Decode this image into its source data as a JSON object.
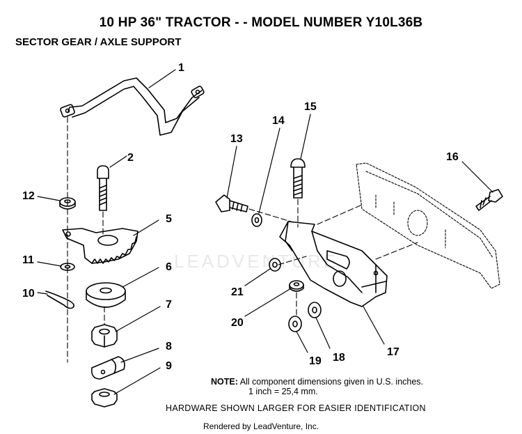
{
  "header": {
    "title": "10 HP 36\" TRACTOR - - MODEL NUMBER Y10L36B",
    "subtitle": "SECTOR GEAR / AXLE SUPPORT"
  },
  "callouts": {
    "c1": "1",
    "c2": "2",
    "c5": "5",
    "c6": "6",
    "c7": "7",
    "c8": "8",
    "c9": "9",
    "c10": "10",
    "c11": "11",
    "c12": "12",
    "c13": "13",
    "c14": "14",
    "c15": "15",
    "c16": "16",
    "c17": "17",
    "c18": "18",
    "c19": "19",
    "c20": "20",
    "c21": "21"
  },
  "note": {
    "label": "NOTE:",
    "line1": "All component dimensions given in U.S. inches.",
    "line2": "1 inch = 25,4 mm."
  },
  "hardware_note": "HARDWARE SHOWN LARGER FOR EASIER IDENTIFICATION",
  "footer": "Rendered by LeadVenture, Inc.",
  "watermark": "LEADVENTURE"
}
